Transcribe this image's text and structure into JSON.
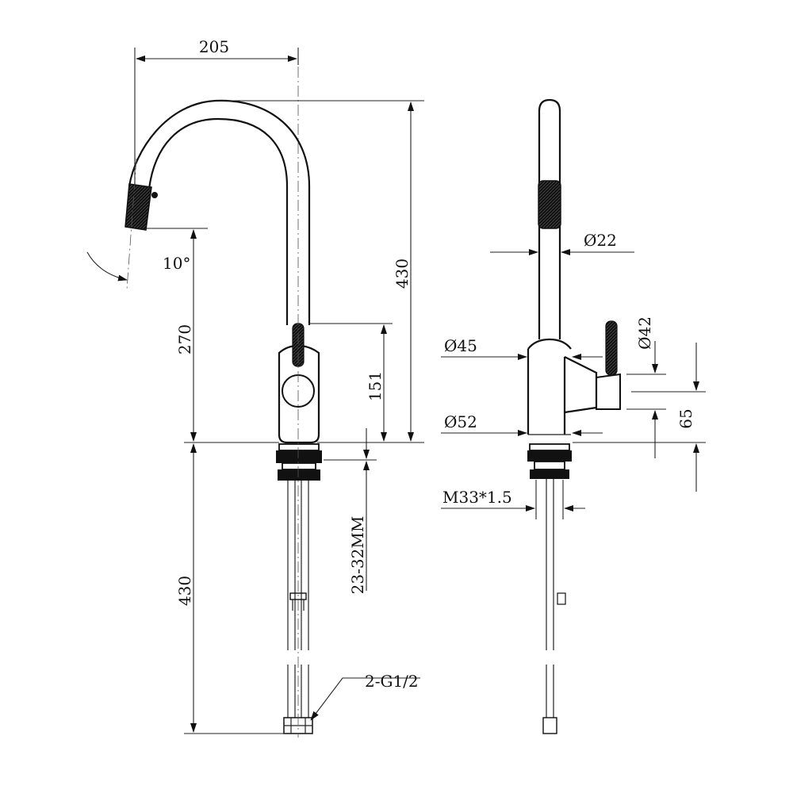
{
  "front_view": {
    "width_205": "205",
    "spout_tilt": "10°",
    "spout_reach_270": "270",
    "overall_height_430": "430",
    "body_height_151": "151",
    "deck_thickness": "23-32MM",
    "hose_length_430": "430",
    "hose_connection": "2-G1/2"
  },
  "side_view": {
    "spout_diameter": "Ø22",
    "body_diameter_upper": "Ø45",
    "body_diameter_lower": "Ø52",
    "handle_diameter": "Ø42",
    "handle_height": "65",
    "thread_size": "M33*1.5"
  },
  "colors": {
    "line": "#111111",
    "background": "#ffffff"
  }
}
